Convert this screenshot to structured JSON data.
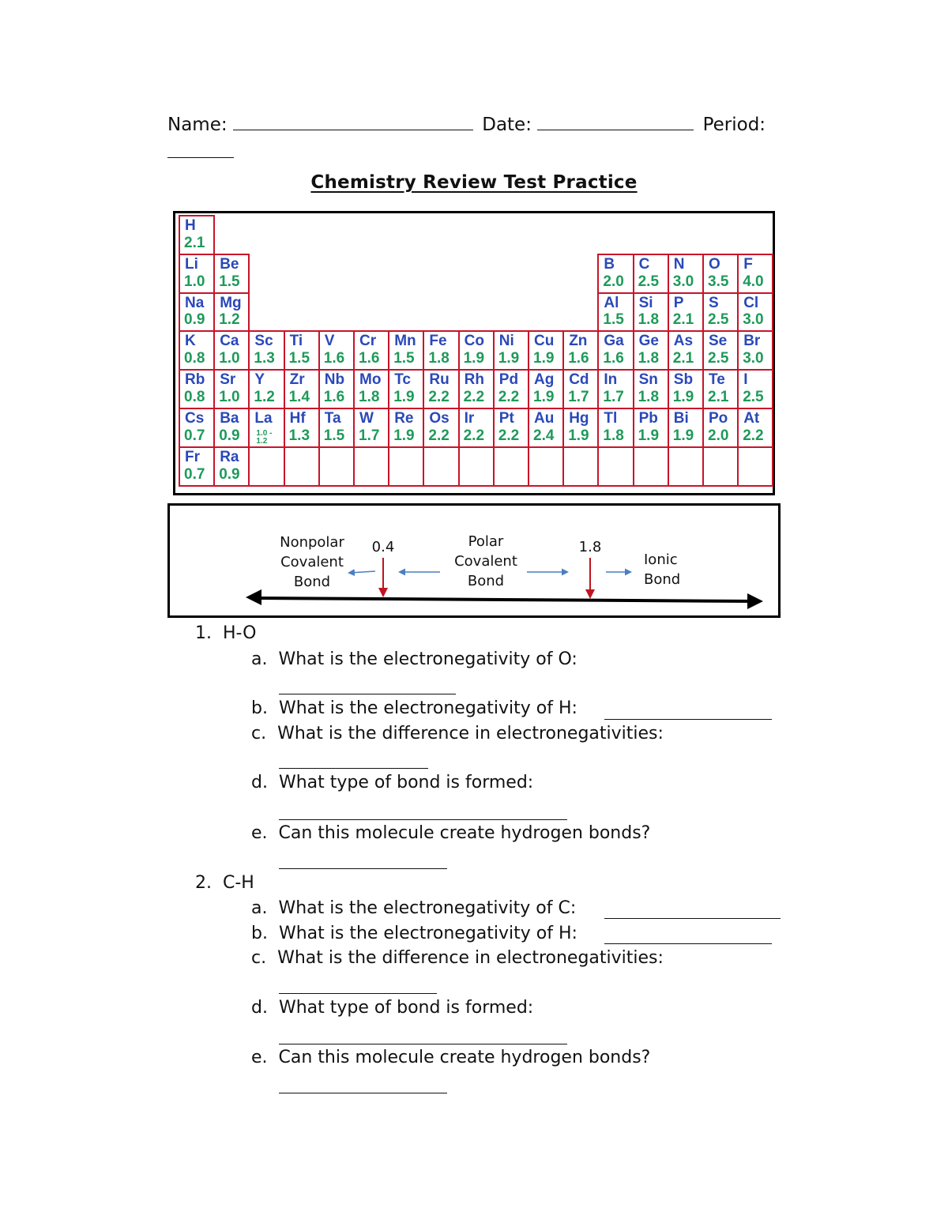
{
  "header": {
    "name_label": "Name:",
    "date_label": "Date:",
    "period_label": "Period:"
  },
  "title": "Chemistry Review Test Practice",
  "periodic_table": {
    "colors": {
      "border": "#c8142a",
      "symbol": "#2a48b8",
      "value": "#1e9a5a"
    },
    "elements": [
      {
        "sym": "H",
        "en": "2.1",
        "row": 0,
        "col": 0
      },
      {
        "sym": "Li",
        "en": "1.0",
        "row": 1,
        "col": 0
      },
      {
        "sym": "Be",
        "en": "1.5",
        "row": 1,
        "col": 1
      },
      {
        "sym": "B",
        "en": "2.0",
        "row": 1,
        "col": 12
      },
      {
        "sym": "C",
        "en": "2.5",
        "row": 1,
        "col": 13
      },
      {
        "sym": "N",
        "en": "3.0",
        "row": 1,
        "col": 14
      },
      {
        "sym": "O",
        "en": "3.5",
        "row": 1,
        "col": 15
      },
      {
        "sym": "F",
        "en": "4.0",
        "row": 1,
        "col": 16
      },
      {
        "sym": "Na",
        "en": "0.9",
        "row": 2,
        "col": 0
      },
      {
        "sym": "Mg",
        "en": "1.2",
        "row": 2,
        "col": 1
      },
      {
        "sym": "Al",
        "en": "1.5",
        "row": 2,
        "col": 12
      },
      {
        "sym": "Si",
        "en": "1.8",
        "row": 2,
        "col": 13
      },
      {
        "sym": "P",
        "en": "2.1",
        "row": 2,
        "col": 14
      },
      {
        "sym": "S",
        "en": "2.5",
        "row": 2,
        "col": 15
      },
      {
        "sym": "Cl",
        "en": "3.0",
        "row": 2,
        "col": 16
      },
      {
        "sym": "K",
        "en": "0.8",
        "row": 3,
        "col": 0
      },
      {
        "sym": "Ca",
        "en": "1.0",
        "row": 3,
        "col": 1
      },
      {
        "sym": "Sc",
        "en": "1.3",
        "row": 3,
        "col": 2
      },
      {
        "sym": "Ti",
        "en": "1.5",
        "row": 3,
        "col": 3
      },
      {
        "sym": "V",
        "en": "1.6",
        "row": 3,
        "col": 4
      },
      {
        "sym": "Cr",
        "en": "1.6",
        "row": 3,
        "col": 5
      },
      {
        "sym": "Mn",
        "en": "1.5",
        "row": 3,
        "col": 6
      },
      {
        "sym": "Fe",
        "en": "1.8",
        "row": 3,
        "col": 7
      },
      {
        "sym": "Co",
        "en": "1.9",
        "row": 3,
        "col": 8
      },
      {
        "sym": "Ni",
        "en": "1.9",
        "row": 3,
        "col": 9
      },
      {
        "sym": "Cu",
        "en": "1.9",
        "row": 3,
        "col": 10
      },
      {
        "sym": "Zn",
        "en": "1.6",
        "row": 3,
        "col": 11
      },
      {
        "sym": "Ga",
        "en": "1.6",
        "row": 3,
        "col": 12
      },
      {
        "sym": "Ge",
        "en": "1.8",
        "row": 3,
        "col": 13
      },
      {
        "sym": "As",
        "en": "2.1",
        "row": 3,
        "col": 14
      },
      {
        "sym": "Se",
        "en": "2.5",
        "row": 3,
        "col": 15
      },
      {
        "sym": "Br",
        "en": "3.0",
        "row": 3,
        "col": 16
      },
      {
        "sym": "Rb",
        "en": "0.8",
        "row": 4,
        "col": 0
      },
      {
        "sym": "Sr",
        "en": "1.0",
        "row": 4,
        "col": 1
      },
      {
        "sym": "Y",
        "en": "1.2",
        "row": 4,
        "col": 2
      },
      {
        "sym": "Zr",
        "en": "1.4",
        "row": 4,
        "col": 3
      },
      {
        "sym": "Nb",
        "en": "1.6",
        "row": 4,
        "col": 4
      },
      {
        "sym": "Mo",
        "en": "1.8",
        "row": 4,
        "col": 5
      },
      {
        "sym": "Tc",
        "en": "1.9",
        "row": 4,
        "col": 6
      },
      {
        "sym": "Ru",
        "en": "2.2",
        "row": 4,
        "col": 7
      },
      {
        "sym": "Rh",
        "en": "2.2",
        "row": 4,
        "col": 8
      },
      {
        "sym": "Pd",
        "en": "2.2",
        "row": 4,
        "col": 9
      },
      {
        "sym": "Ag",
        "en": "1.9",
        "row": 4,
        "col": 10
      },
      {
        "sym": "Cd",
        "en": "1.7",
        "row": 4,
        "col": 11
      },
      {
        "sym": "In",
        "en": "1.7",
        "row": 4,
        "col": 12
      },
      {
        "sym": "Sn",
        "en": "1.8",
        "row": 4,
        "col": 13
      },
      {
        "sym": "Sb",
        "en": "1.9",
        "row": 4,
        "col": 14
      },
      {
        "sym": "Te",
        "en": "2.1",
        "row": 4,
        "col": 15
      },
      {
        "sym": "I",
        "en": "2.5",
        "row": 4,
        "col": 16
      },
      {
        "sym": "Cs",
        "en": "0.7",
        "row": 5,
        "col": 0
      },
      {
        "sym": "Ba",
        "en": "0.9",
        "row": 5,
        "col": 1
      },
      {
        "sym": "La",
        "en": "1.0 - 1.2",
        "row": 5,
        "col": 2,
        "small": true
      },
      {
        "sym": "Hf",
        "en": "1.3",
        "row": 5,
        "col": 3
      },
      {
        "sym": "Ta",
        "en": "1.5",
        "row": 5,
        "col": 4
      },
      {
        "sym": "W",
        "en": "1.7",
        "row": 5,
        "col": 5
      },
      {
        "sym": "Re",
        "en": "1.9",
        "row": 5,
        "col": 6
      },
      {
        "sym": "Os",
        "en": "2.2",
        "row": 5,
        "col": 7
      },
      {
        "sym": "Ir",
        "en": "2.2",
        "row": 5,
        "col": 8
      },
      {
        "sym": "Pt",
        "en": "2.2",
        "row": 5,
        "col": 9
      },
      {
        "sym": "Au",
        "en": "2.4",
        "row": 5,
        "col": 10
      },
      {
        "sym": "Hg",
        "en": "1.9",
        "row": 5,
        "col": 11
      },
      {
        "sym": "Tl",
        "en": "1.8",
        "row": 5,
        "col": 12
      },
      {
        "sym": "Pb",
        "en": "1.9",
        "row": 5,
        "col": 13
      },
      {
        "sym": "Bi",
        "en": "1.9",
        "row": 5,
        "col": 14
      },
      {
        "sym": "Po",
        "en": "2.0",
        "row": 5,
        "col": 15
      },
      {
        "sym": "At",
        "en": "2.2",
        "row": 5,
        "col": 16
      },
      {
        "sym": "Fr",
        "en": "0.7",
        "row": 6,
        "col": 0
      },
      {
        "sym": "Ra",
        "en": "0.9",
        "row": 6,
        "col": 1
      },
      {
        "sym": "",
        "en": "",
        "row": 6,
        "col": 2
      },
      {
        "sym": "",
        "en": "",
        "row": 6,
        "col": 3
      },
      {
        "sym": "",
        "en": "",
        "row": 6,
        "col": 4
      },
      {
        "sym": "",
        "en": "",
        "row": 6,
        "col": 5
      },
      {
        "sym": "",
        "en": "",
        "row": 6,
        "col": 6
      },
      {
        "sym": "",
        "en": "",
        "row": 6,
        "col": 7
      },
      {
        "sym": "",
        "en": "",
        "row": 6,
        "col": 8
      },
      {
        "sym": "",
        "en": "",
        "row": 6,
        "col": 9
      },
      {
        "sym": "",
        "en": "",
        "row": 6,
        "col": 10
      },
      {
        "sym": "",
        "en": "",
        "row": 6,
        "col": 11
      },
      {
        "sym": "",
        "en": "",
        "row": 6,
        "col": 12
      },
      {
        "sym": "",
        "en": "",
        "row": 6,
        "col": 13
      },
      {
        "sym": "",
        "en": "",
        "row": 6,
        "col": 14
      },
      {
        "sym": "",
        "en": "",
        "row": 6,
        "col": 15
      },
      {
        "sym": "",
        "en": "",
        "row": 6,
        "col": 16
      }
    ]
  },
  "bond_scale": {
    "nonpolar": [
      "Nonpolar",
      "Covalent",
      "Bond"
    ],
    "polar": [
      "Polar",
      "Covalent",
      "Bond"
    ],
    "ionic": [
      "Ionic",
      "Bond"
    ],
    "threshold_low": "0.4",
    "threshold_high": "1.8",
    "colors": {
      "marker": "#c0141e",
      "arrow": "#4a7fc1",
      "axis": "#000000"
    }
  },
  "questions": [
    {
      "number": "1.",
      "pair": "H-O",
      "parts": [
        {
          "letter": "a.",
          "text": "What is the electronegativity of O:"
        },
        {
          "letter": "b.",
          "text": "What is the electronegativity of H:"
        },
        {
          "letter": "c.",
          "text": "What is the difference in electronegativities:"
        },
        {
          "letter": "d.",
          "text": "What type of bond is formed:"
        },
        {
          "letter": "e.",
          "text": "Can this molecule create hydrogen bonds?"
        }
      ]
    },
    {
      "number": "2.",
      "pair": "C-H",
      "parts": [
        {
          "letter": "a.",
          "text": "What is the electronegativity of C:"
        },
        {
          "letter": "b.",
          "text": "What is the electronegativity of H:"
        },
        {
          "letter": "c.",
          "text": "What is the difference in electronegativities:"
        },
        {
          "letter": "d.",
          "text": "What type of bond is formed:"
        },
        {
          "letter": "e.",
          "text": "Can this molecule create hydrogen bonds?"
        }
      ]
    }
  ]
}
